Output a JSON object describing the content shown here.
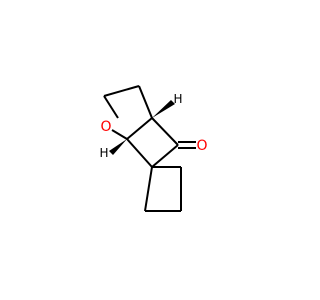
{
  "molecule": {
    "atoms": {
      "ring_oxygen": {
        "symbol": "O",
        "color": "#FF0000"
      },
      "carbonyl_oxygen": {
        "symbol": "O",
        "color": "#FF0000"
      },
      "stereo_h_top": {
        "symbol": "H",
        "color": "#000000"
      },
      "stereo_h_bottom": {
        "symbol": "H",
        "color": "#000000"
      }
    },
    "bond_color": "#000000",
    "background": "#FFFFFF"
  }
}
